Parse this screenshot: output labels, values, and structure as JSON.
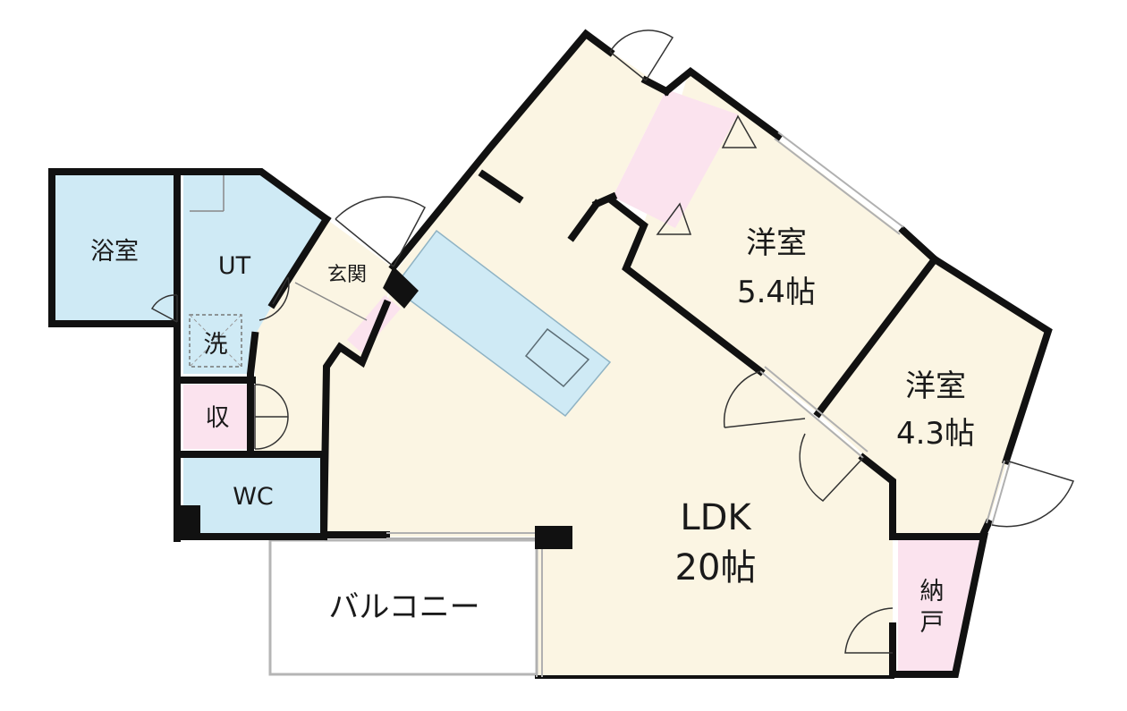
{
  "rooms": {
    "bath": "浴室",
    "ut": "UT",
    "washer": "洗",
    "storage": "収",
    "wc": "WC",
    "entrance": "玄関",
    "western1_name": "洋室",
    "western1_size": "5.4帖",
    "western2_name": "洋室",
    "western2_size": "4.3帖",
    "ldk_name": "LDK",
    "ldk_size": "20帖",
    "closet_line1": "納",
    "closet_line2": "戸",
    "balcony": "バルコニー"
  },
  "colors": {
    "wall": "#111111",
    "floor": "#fbf5e3",
    "wet_area": "#cfeaf5",
    "storage": "#fbe3ee",
    "balcony": "#ffffff",
    "window": "#bbbbbb"
  }
}
